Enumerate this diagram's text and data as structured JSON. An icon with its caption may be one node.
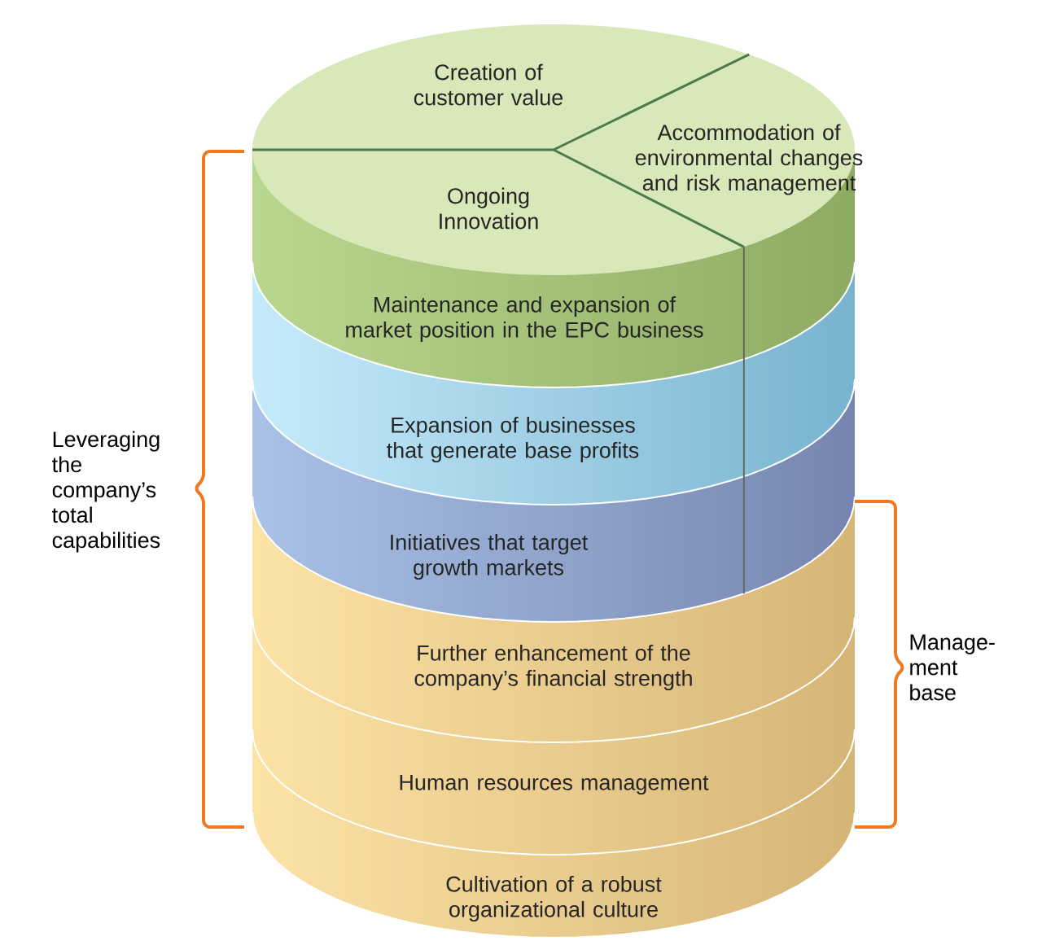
{
  "diagram": {
    "nodes": [
      {
        "text": [
          "Creation of customer value"
        ]
      },
      {
        "text": [
          "Accommodation of environmental changes and risk management"
        ]
      },
      {
        "text": [
          "Ongoing Innovation"
        ]
      },
      {
        "text": [
          "Maintenance and expansion of market position in the EPC business"
        ]
      },
      {
        "text": [
          "Expansion of businesses that generate base profits"
        ]
      },
      {
        "text": [
          "Initiatives that target growth markets"
        ]
      },
      {
        "text": [
          "Further enhancement of the company’s financial strength"
        ]
      },
      {
        "text": [
          "Human resources management"
        ]
      },
      {
        "text": [
          "Cultivation of a robust organizational culture"
        ]
      }
    ],
    "labels": [
      "Leveraging the company’s total capabilities",
      "Manage- ment base"
    ]
  }
}
